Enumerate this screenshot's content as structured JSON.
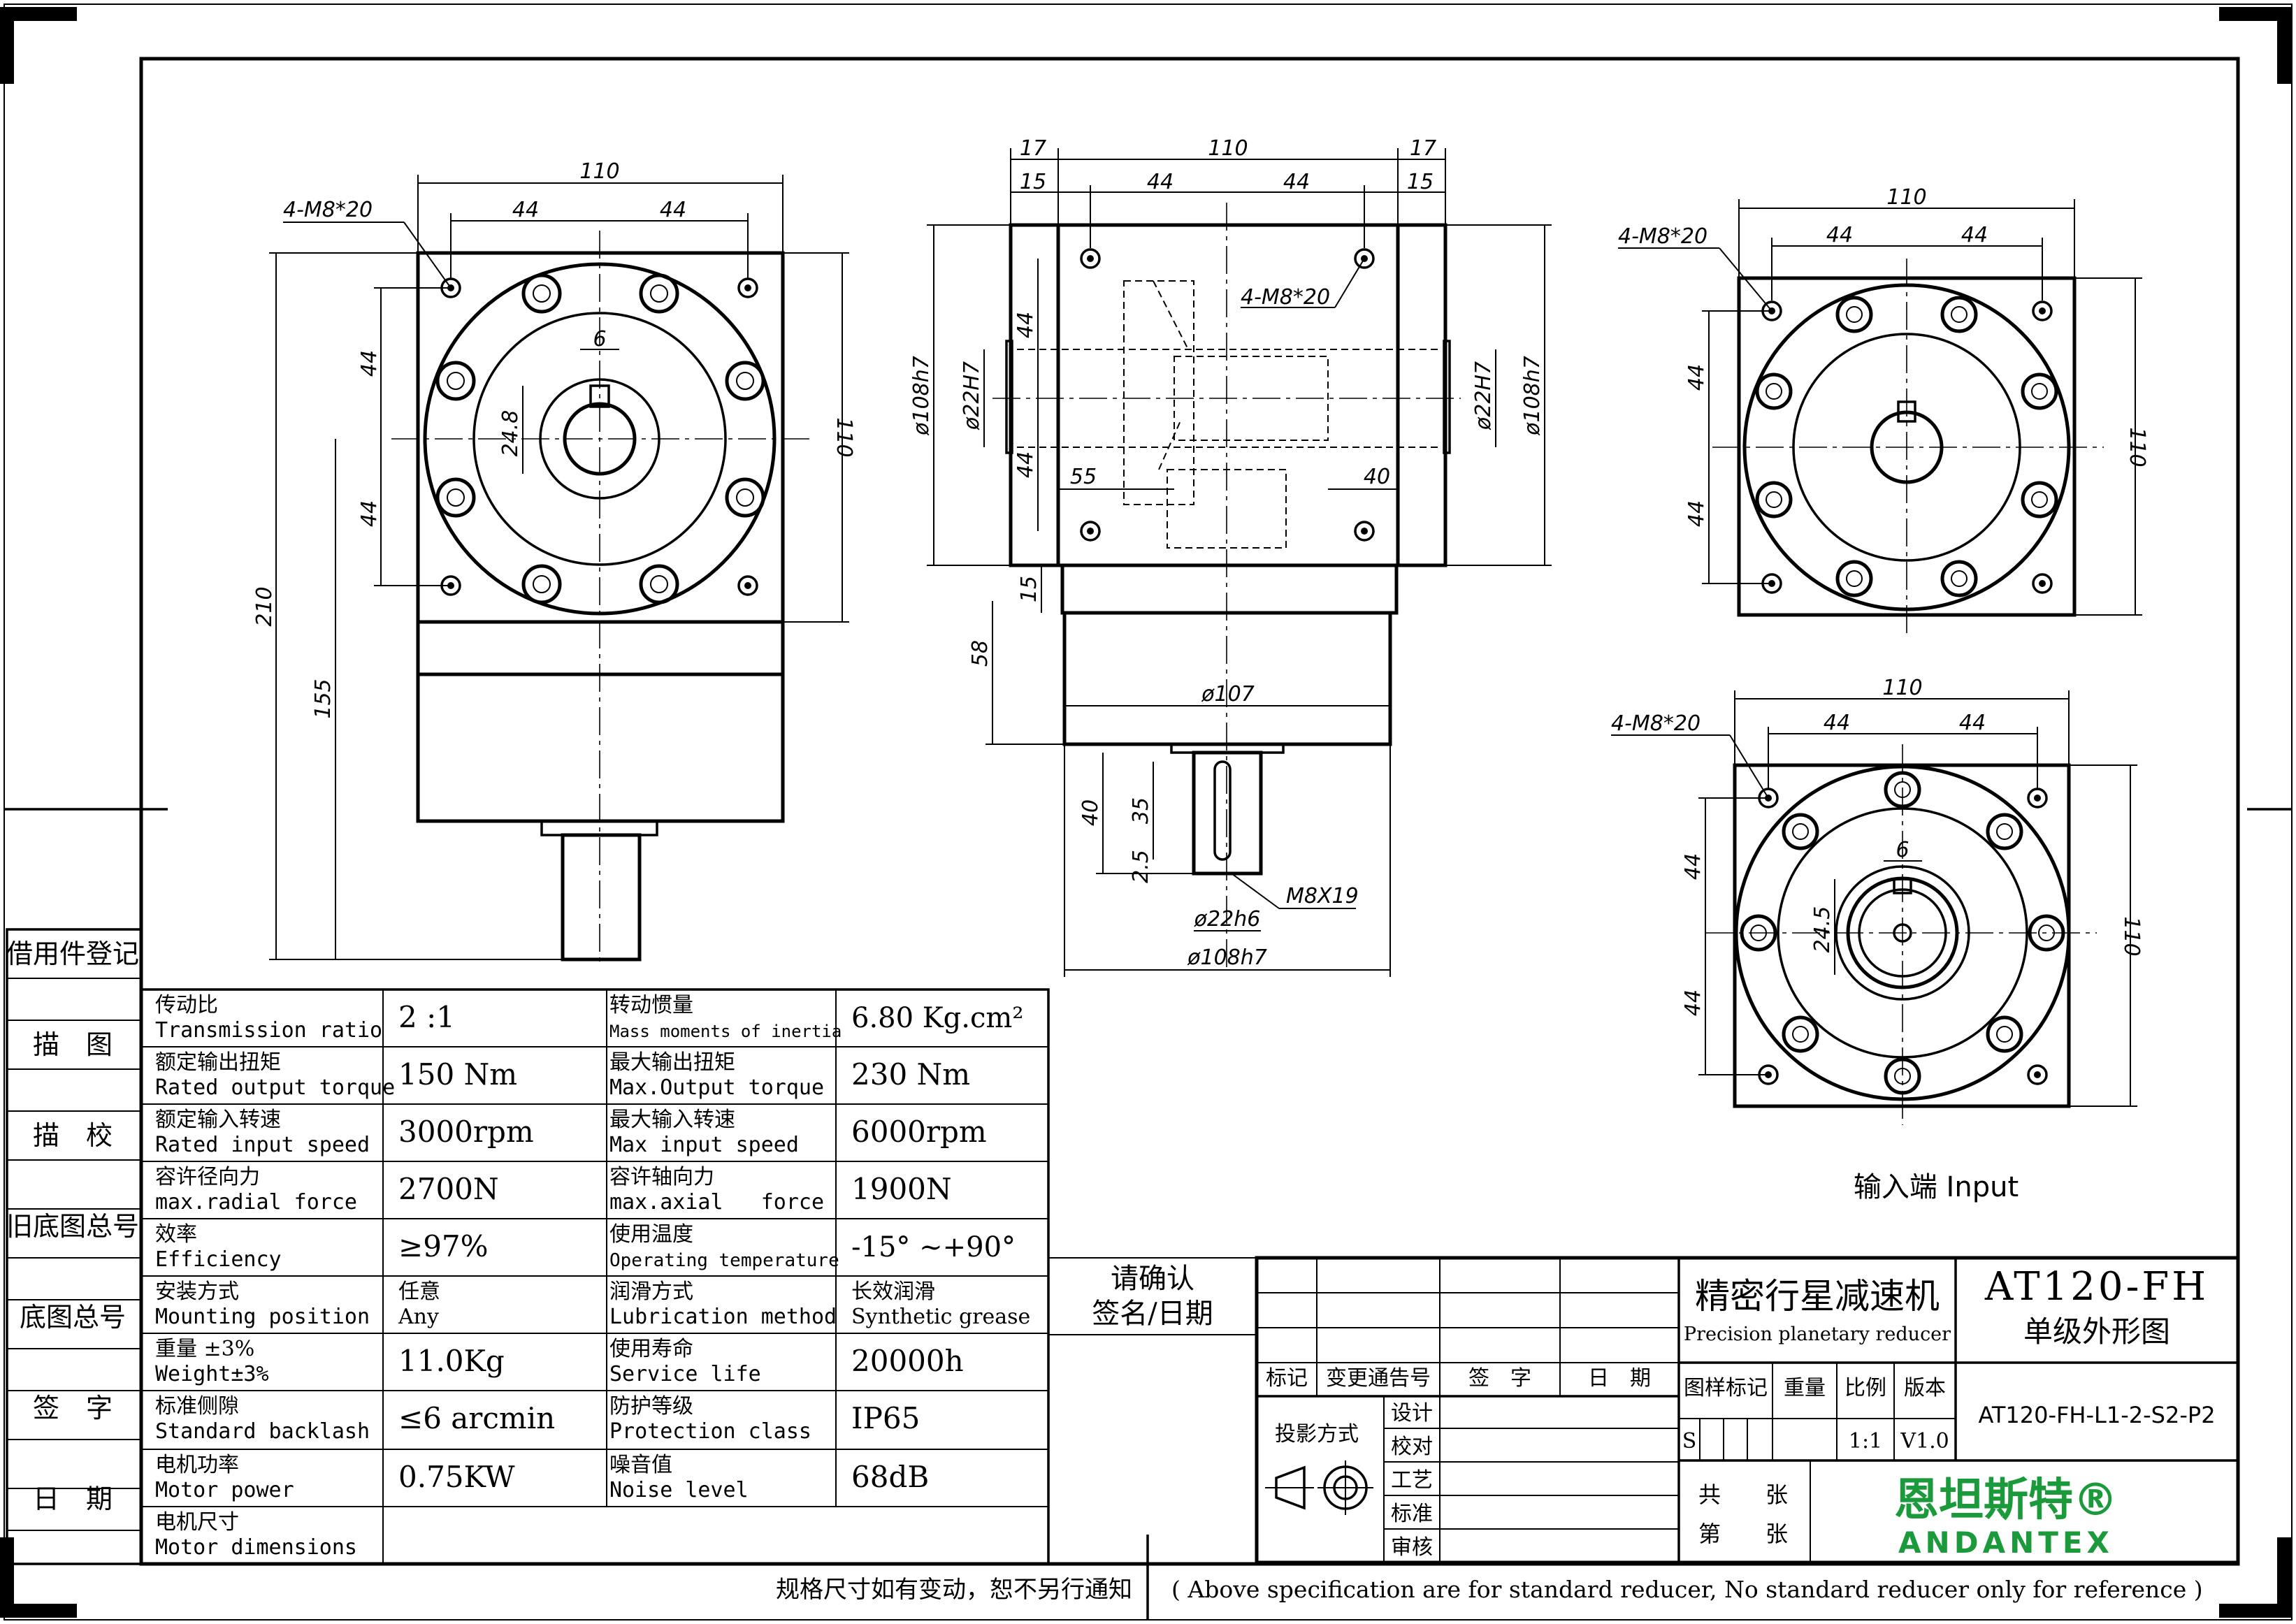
{
  "views": {
    "left": {
      "dim_width": "110",
      "dim_half_a": "44",
      "dim_half_b": "44",
      "bolt_callout": "4-M8*20",
      "dim_key": "6",
      "dim_shaft_height": "24.8",
      "dim_v_upper": "44",
      "dim_v_lower": "44",
      "dim_height": "110",
      "dim_total": "210",
      "dim_lower": "155"
    },
    "middle": {
      "dim_left_flange": "17",
      "dim_width": "110",
      "dim_right_flange": "17",
      "dim_left_inner": "15",
      "dim_half_a": "44",
      "dim_half_b": "44",
      "dim_right_inner": "15",
      "bolt_callout": "4-M8*20",
      "dim_left_dia": "ø108h7",
      "dim_left_shaft": "ø22H7",
      "dim_right_shaft": "ø22H7",
      "dim_right_dia": "ø108h7",
      "dim_v_upper": "44",
      "dim_v_lower": "44",
      "dim_55": "55",
      "dim_40": "40",
      "dim_15": "15",
      "dim_58": "58",
      "dim_107": "ø107",
      "dim_40b": "40",
      "dim_35": "35",
      "dim_25": "2.5",
      "thread": "M8X19",
      "dim_shaft": "ø22h6",
      "dim_base": "ø108h7"
    },
    "right_top": {
      "dim_width": "110",
      "dim_half_a": "44",
      "dim_half_b": "44",
      "bolt_callout": "4-M8*20",
      "dim_v_upper": "44",
      "dim_v_lower": "44",
      "dim_height": "110"
    },
    "right_bottom": {
      "dim_width": "110",
      "dim_half_a": "44",
      "dim_half_b": "44",
      "bolt_callout": "4-M8*20",
      "dim_key": "6",
      "dim_shaft_height": "24.5",
      "dim_v_upper": "44",
      "dim_v_lower": "44",
      "dim_height": "110"
    },
    "input_label": "输入端 Input"
  },
  "left_margin": [
    "借用件登记",
    "描　图",
    "描　校",
    "旧底图总号",
    "底图总号",
    "签　字",
    "日　期"
  ],
  "specs": [
    [
      "传动比",
      "Transmission ratio",
      "2 :1",
      "转动惯量",
      "Mass moments of inertia",
      "6.80 Kg.cm²"
    ],
    [
      "额定输出扭矩",
      "Rated output torque",
      "150 Nm",
      "最大输出扭矩",
      "Max.Output torque",
      "230 Nm"
    ],
    [
      "额定输入转速",
      "Rated input speed",
      "3000rpm",
      "最大输入转速",
      "Max input speed",
      "6000rpm"
    ],
    [
      "容许径向力",
      "max.radial force",
      "2700N",
      "容许轴向力",
      "max.axial   force",
      "1900N"
    ],
    [
      "效率",
      "Efficiency",
      "≥97%",
      "使用温度",
      "Operating temperature",
      "-15° ~+90°"
    ],
    [
      "安装方式",
      "Mounting position",
      "任意\nAny",
      "润滑方式",
      "Lubrication method",
      "长效润滑\nSynthetic grease"
    ],
    [
      "重量 ±3%",
      "Weight±3%",
      "11.0Kg",
      "使用寿命",
      "Service life",
      "20000h"
    ],
    [
      "标准侧隙",
      "Standard backlash",
      "≤6 arcmin",
      "防护等级",
      "Protection class",
      "IP65"
    ],
    [
      "电机功率",
      "Motor power",
      "0.75KW",
      "噪音值",
      "Noise level",
      "68dB"
    ],
    [
      "电机尺寸",
      "Motor dimensions",
      "",
      "",
      "",
      ""
    ]
  ],
  "confirm": {
    "line1": "请确认",
    "line2": "签名/日期"
  },
  "title_block": {
    "product_cn": "精密行星减速机",
    "product_en": "Precision planetary reducer",
    "model": "AT120-FH",
    "drawing_name": "单级外形图",
    "rev_headers": [
      "标记",
      "变更通告号",
      "签　字",
      "日　期"
    ],
    "projection_label": "投影方式",
    "role_labels": [
      "设计",
      "校对",
      "工艺",
      "标准",
      "审核"
    ],
    "meta_headers": [
      "图样标记",
      "重量",
      "比例",
      "版本"
    ],
    "mark_s": "S",
    "scale": "1:1",
    "version": "V1.0",
    "part_number": "AT120-FH-L1-2-S2-P2",
    "sheet_total_label": "共　　张",
    "sheet_no_label": "第　　张",
    "brand_cn": "恩坦斯特®",
    "brand_en": "ANDANTEX"
  },
  "footer": {
    "cn": "规格尺寸如有变动，恕不另行通知",
    "en": "( Above specification are for standard reducer, No standard reducer only for reference )"
  },
  "colors": {
    "line": "#000000",
    "brand": "#1a9a3a",
    "background": "#ffffff"
  }
}
